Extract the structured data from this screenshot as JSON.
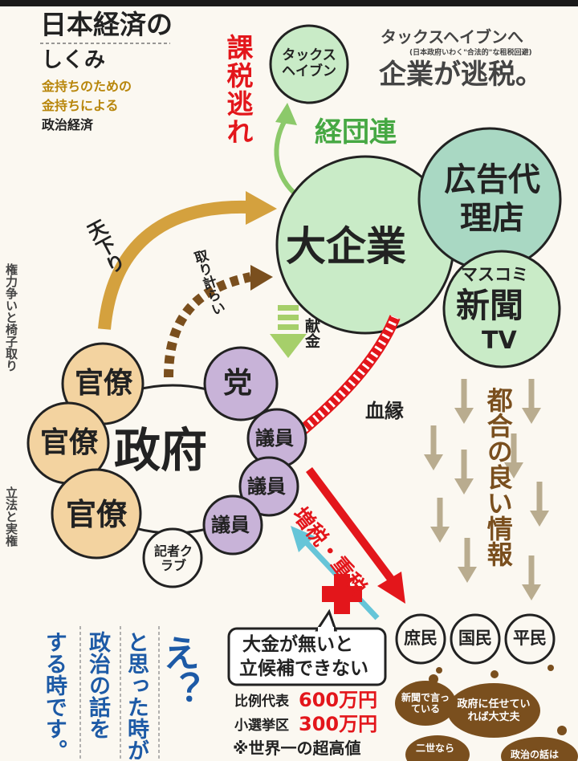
{
  "header": {
    "title": "日本経済の",
    "subtitle": "しくみ",
    "tag1": "金持ちのための",
    "tag2": "金持ちによる",
    "tag3": "政治経済"
  },
  "topright": {
    "line1": "タックスヘイブンへ",
    "note": "(日本政府いわく\"合法的\"な租税回避)",
    "line2": "企業が逃税。"
  },
  "nodes": {
    "taxhaven": "タックスヘイブン",
    "kazei": "課税逃れ",
    "keidanren": "経団連",
    "koukoku": "広告代理店",
    "daikigyou": "大企業",
    "masukomi": "マスコミ",
    "shinbun": "新聞",
    "tv": "TV",
    "seifu": "政府",
    "tou": "党",
    "giin": "議員",
    "kanryou": "官僚",
    "kisha": "記者クラブ"
  },
  "labels": {
    "amakudari": "天下り",
    "torihakarai": "取り計らい",
    "kenkin": "献金",
    "ketsuen": "血縁",
    "kenryoku": "権力争いと椅子取り",
    "rippou": "立法と実権",
    "zouzei": "増税・重税",
    "tsugou": "都合の良い情報"
  },
  "people": {
    "shomin": "庶民",
    "kokumin": "国民",
    "heimin": "平民"
  },
  "thoughts": {
    "t1": "新聞で言っている",
    "t2": "政府に任せていれば大丈夫",
    "t3": "二世なら",
    "t4": "政治の話は"
  },
  "bubble": {
    "line1": "大金が無いと",
    "line2": "立候補できない"
  },
  "deposits": {
    "row1_label": "比例代表",
    "row1_value": "600万円",
    "row2_label": "小選挙区",
    "row2_value": "300万円",
    "row3": "※世界一の超高値"
  },
  "bottomleft": {
    "col1": "する時です。",
    "col2": "政治の話を",
    "col3": "と思った時が",
    "exclaim": "え？"
  },
  "colors": {
    "green": "#c9ebc7",
    "teal": "#a9d8c3",
    "orange": "#f3d3a0",
    "purple": "#c8b3d8",
    "red": "#e3161b",
    "gold": "#d4a13e",
    "brown": "#7a4f1e",
    "khaki": "#b9ac8f",
    "blue": "#1d5aa6"
  }
}
